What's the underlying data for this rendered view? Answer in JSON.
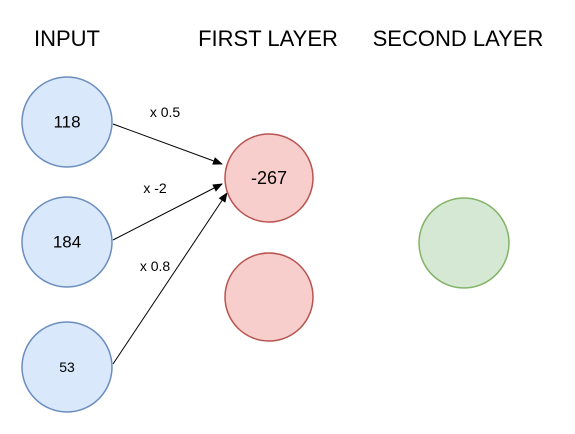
{
  "headers": {
    "input": "INPUT",
    "first_layer": "FIRST LAYER",
    "second_layer": "SECOND LAYER"
  },
  "input_nodes": [
    {
      "value": "118"
    },
    {
      "value": "184"
    },
    {
      "value": "53"
    }
  ],
  "first_layer_nodes": [
    {
      "value": "-267"
    },
    {
      "value": ""
    }
  ],
  "second_layer_nodes": [
    {
      "value": ""
    }
  ],
  "weights": [
    {
      "label": "x 0.5"
    },
    {
      "label": "x -2"
    },
    {
      "label": "x 0.8"
    }
  ],
  "colors": {
    "input_fill": "#dae8fc",
    "input_stroke": "#6c8ebf",
    "first_fill": "#f8cecc",
    "first_stroke": "#b85450",
    "second_fill": "#d5e8d4",
    "second_stroke": "#82b366",
    "edge": "#000000"
  }
}
